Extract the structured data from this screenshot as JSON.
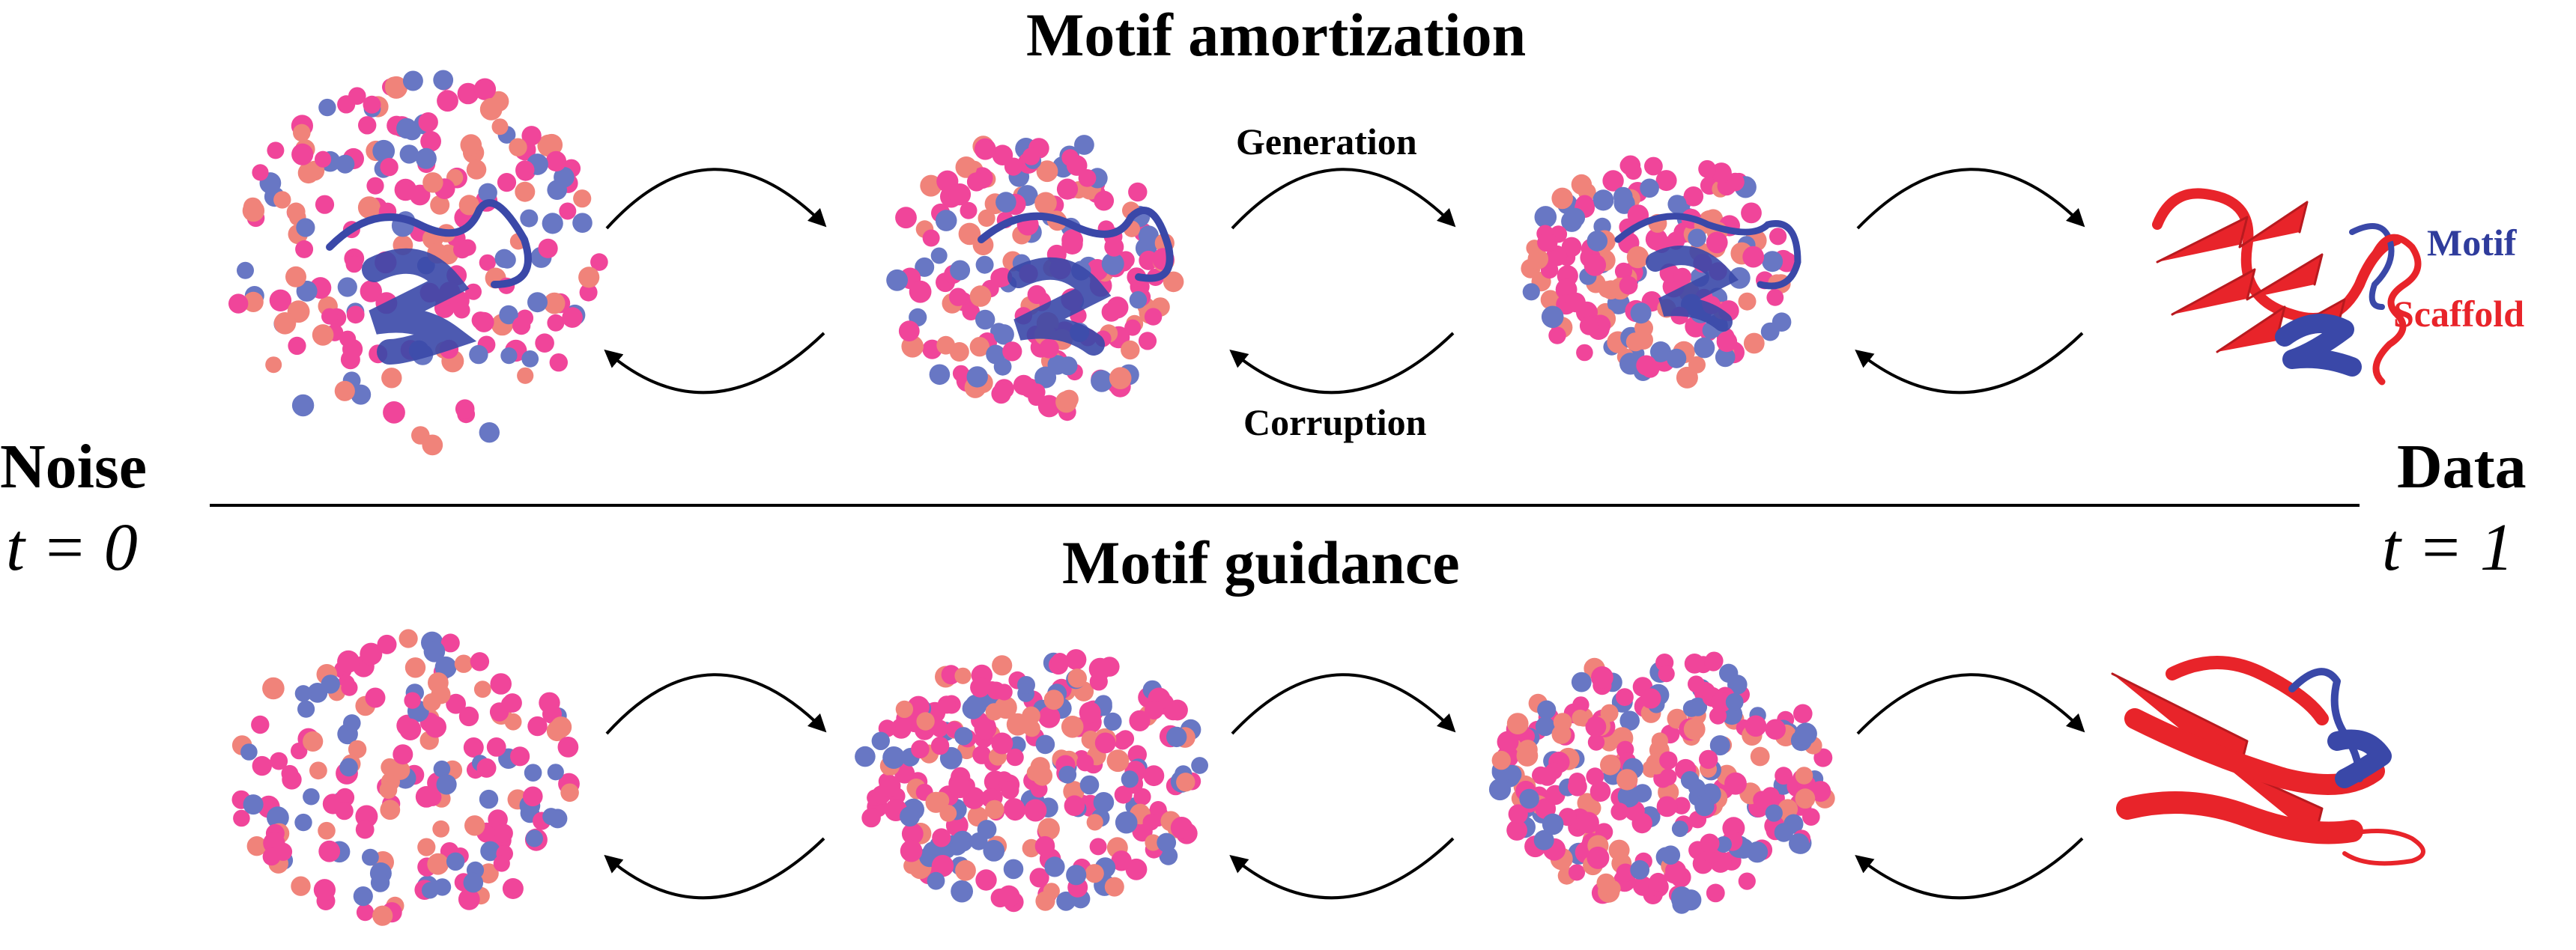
{
  "title_top": "Motif amortization",
  "title_bottom": "Motif guidance",
  "noise_label": "Noise",
  "data_label": "Data",
  "time_start": "t = 0",
  "time_end": "t = 1",
  "arrow_top_label": "Generation",
  "arrow_bottom_label": "Corruption",
  "legend": [
    {
      "label": "Motif",
      "color": "#2f3c9c"
    },
    {
      "label": "Scaffold",
      "color": "#e8242a"
    }
  ],
  "colors": {
    "motif": "#3a48a8",
    "scaffold": "#e8242a",
    "atom_pink": "#f0459a",
    "atom_blue": "#6877c4",
    "atom_salmon": "#f0837a",
    "arrow": "#000000"
  }
}
